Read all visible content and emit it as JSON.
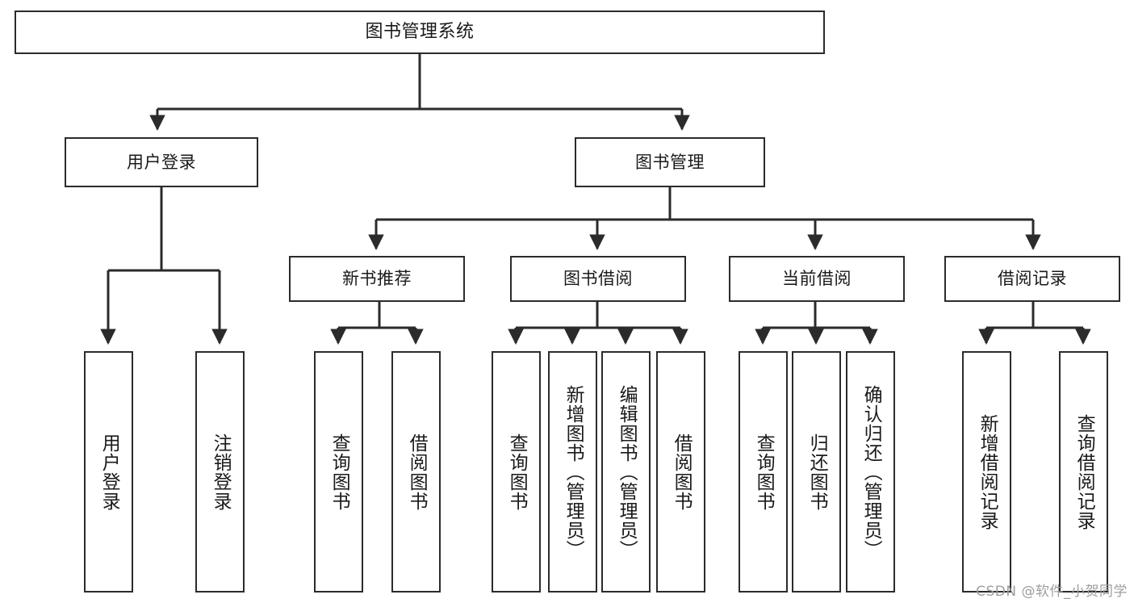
{
  "diagram": {
    "title": "图书管理系统",
    "type": "tree-hierarchy-diagram",
    "accent_color": "#2b2b2b",
    "background_color": "#ffffff",
    "nodes": {
      "root": {
        "label": "图书管理系统"
      },
      "level2": [
        {
          "label": "用户登录"
        },
        {
          "label": "图书管理"
        }
      ],
      "level3": [
        {
          "label": "新书推荐"
        },
        {
          "label": "图书借阅"
        },
        {
          "label": "当前借阅"
        },
        {
          "label": "借阅记录"
        }
      ],
      "leaves": {
        "user_login": [
          {
            "label": "用户登录"
          },
          {
            "label": "注销登录"
          }
        ],
        "new_book_recommend": [
          {
            "label": "查询图书"
          },
          {
            "label": "借阅图书"
          }
        ],
        "book_borrow": [
          {
            "label": "查询图书"
          },
          {
            "label": "新增图书（管理员）"
          },
          {
            "label": "编辑图书（管理员）"
          },
          {
            "label": "借阅图书"
          }
        ],
        "current_borrow": [
          {
            "label": "查询图书"
          },
          {
            "label": "归还图书"
          },
          {
            "label": "确认归还（管理员）"
          }
        ],
        "borrow_record": [
          {
            "label": "新增借阅记录"
          },
          {
            "label": "查询借阅记录"
          }
        ]
      }
    },
    "watermark": "CSDN @软件_小贺同学"
  }
}
